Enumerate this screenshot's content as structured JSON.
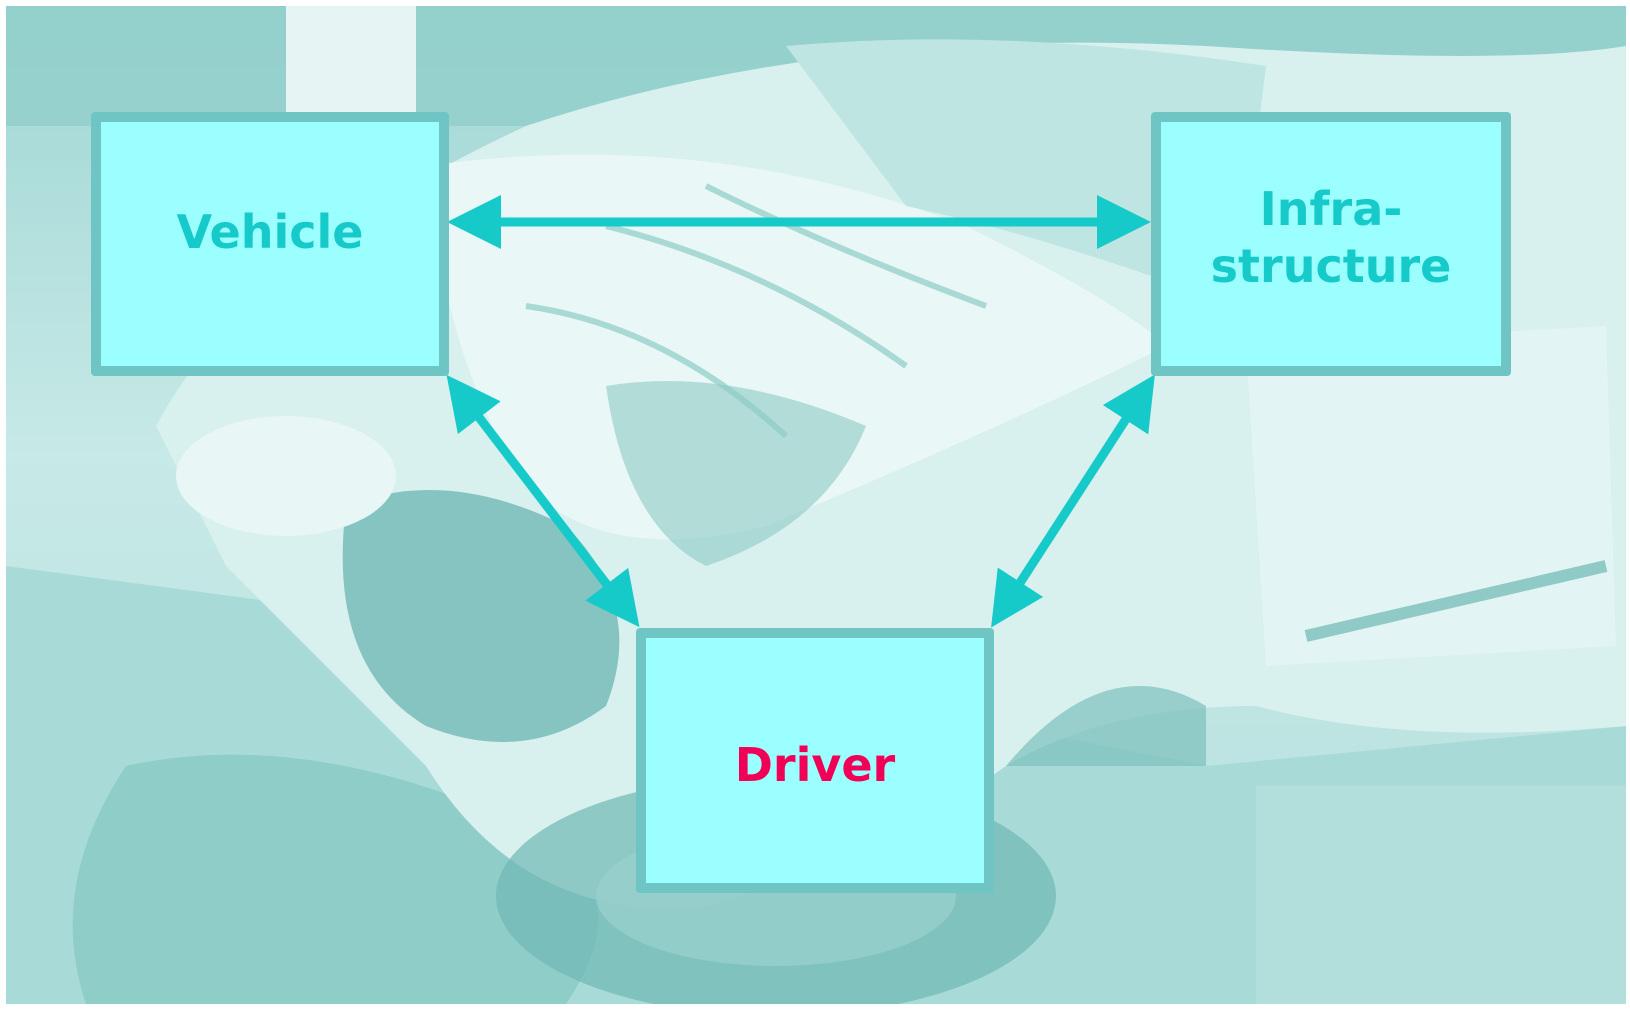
{
  "colors": {
    "arrow": "#16caca",
    "box_fill": "#9bffff",
    "box_border": "#6fc4c4",
    "label": "#16caca",
    "driver_label": "#f00057"
  },
  "nodes": {
    "vehicle": {
      "label": "Vehicle"
    },
    "infrastructure": {
      "label": "Infra-\nstructure"
    },
    "driver": {
      "label": "Driver"
    }
  },
  "edges": [
    {
      "from": "vehicle",
      "to": "infrastructure",
      "bidirectional": true
    },
    {
      "from": "vehicle",
      "to": "driver",
      "bidirectional": true
    },
    {
      "from": "infrastructure",
      "to": "driver",
      "bidirectional": true
    }
  ]
}
